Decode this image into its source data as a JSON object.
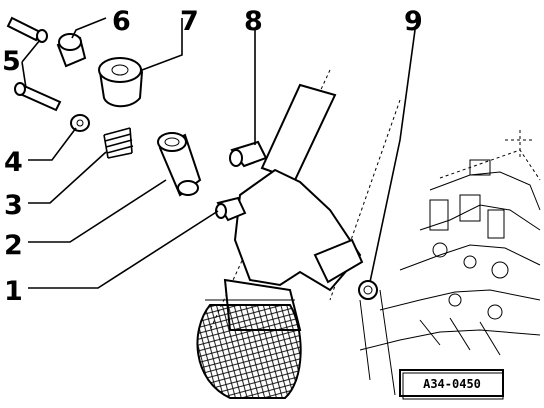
{
  "callouts": [
    {
      "id": "1",
      "label": "1"
    },
    {
      "id": "2",
      "label": "2"
    },
    {
      "id": "3",
      "label": "3"
    },
    {
      "id": "4",
      "label": "4"
    },
    {
      "id": "5",
      "label": "5"
    },
    {
      "id": "6",
      "label": "6"
    },
    {
      "id": "7",
      "label": "7"
    },
    {
      "id": "8",
      "label": "8"
    },
    {
      "id": "9",
      "label": "9"
    }
  ],
  "reference_code": "A34-0450"
}
